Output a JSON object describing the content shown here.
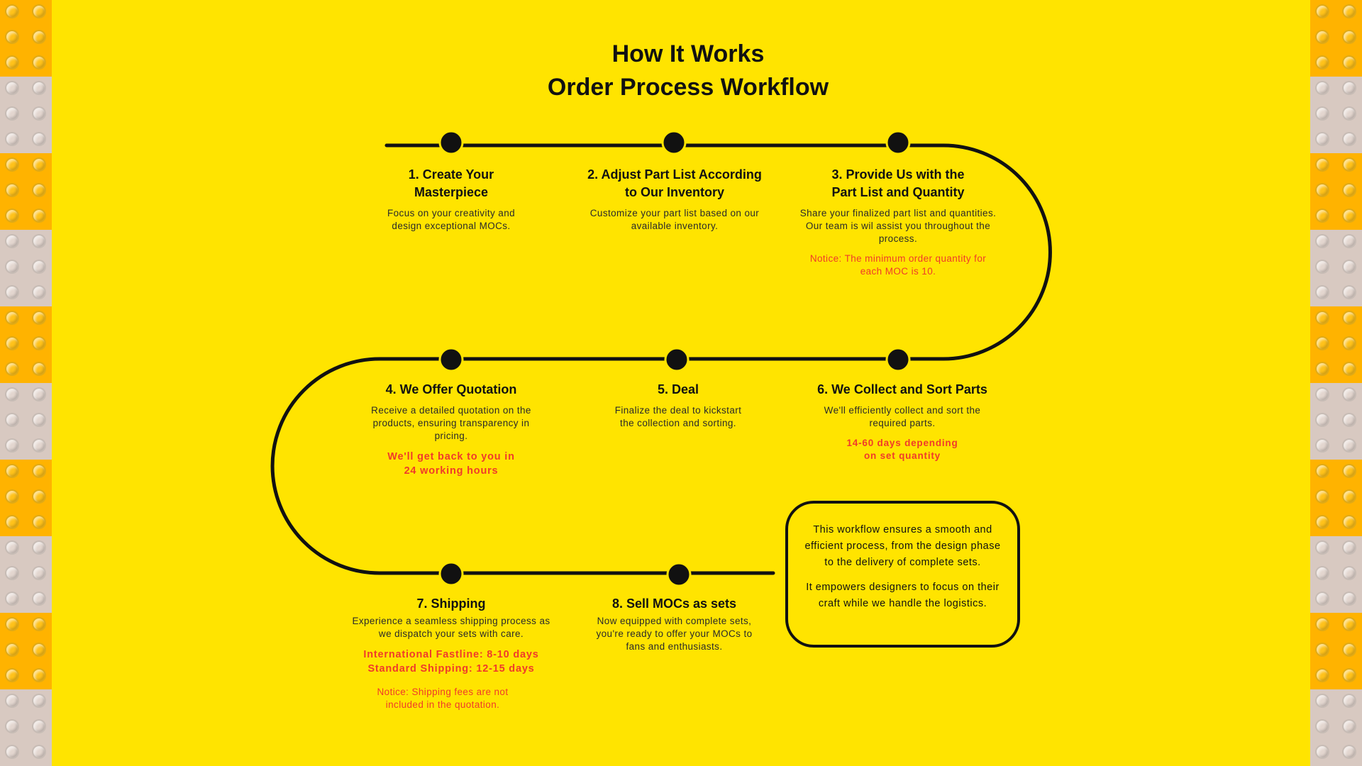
{
  "header": {
    "title_line1": "How It Works",
    "title_line2": "Order Process Workflow"
  },
  "colors": {
    "background": "#FFE400",
    "track": "#111111",
    "notice": "#F03A2A",
    "stud_orange": "#FFB300",
    "stud_grey": "#D8C9C1"
  },
  "steps": [
    {
      "title_line1": "1. Create Your",
      "title_line2": "Masterpiece",
      "desc": "Focus on your creativity and design exceptional MOCs.",
      "notes": []
    },
    {
      "title_line1": "2. Adjust Part List According",
      "title_line2": "to Our Inventory",
      "desc": "Customize your part list based on our available inventory.",
      "notes": []
    },
    {
      "title_line1": "3. Provide Us with the",
      "title_line2": "Part List and Quantity",
      "desc": "Share your finalized part list and quantities. Our team is wil assist you throughout the process.",
      "notes": [
        "Notice: The minimum order quantity for each MOC is 10."
      ]
    },
    {
      "title_line1": "4. We Offer Quotation",
      "title_line2": "",
      "desc": "Receive a detailed quotation on the products, ensuring transparency in pricing.",
      "notes": [
        "We'll get back to you in 24 working hours"
      ]
    },
    {
      "title_line1": "5. Deal",
      "title_line2": "",
      "desc": "Finalize the deal to kickstart the collection and sorting.",
      "notes": []
    },
    {
      "title_line1": "6. We Collect and Sort Parts",
      "title_line2": "",
      "desc": "We'll efficiently collect and sort the required parts.",
      "notes": [
        "14-60 days depending on set quantity"
      ]
    },
    {
      "title_line1": "7. Shipping",
      "title_line2": "",
      "desc": "Experience a seamless shipping process as we dispatch your sets with care.",
      "notes": [
        "International Fastline: 8-10 days",
        "Standard Shipping: 12-15 days",
        "Notice: Shipping fees are not included in the quotation."
      ]
    },
    {
      "title_line1": "8. Sell MOCs as sets",
      "title_line2": "",
      "desc": "Now equipped with complete sets, you're ready to offer your MOCs to fans and enthusiasts.",
      "notes": []
    }
  ],
  "summary": {
    "para1": "This workflow ensures a smooth and efficient process, from the design phase to the delivery of complete sets.",
    "para2": "It empowers designers to focus on their craft while we handle the logistics."
  }
}
